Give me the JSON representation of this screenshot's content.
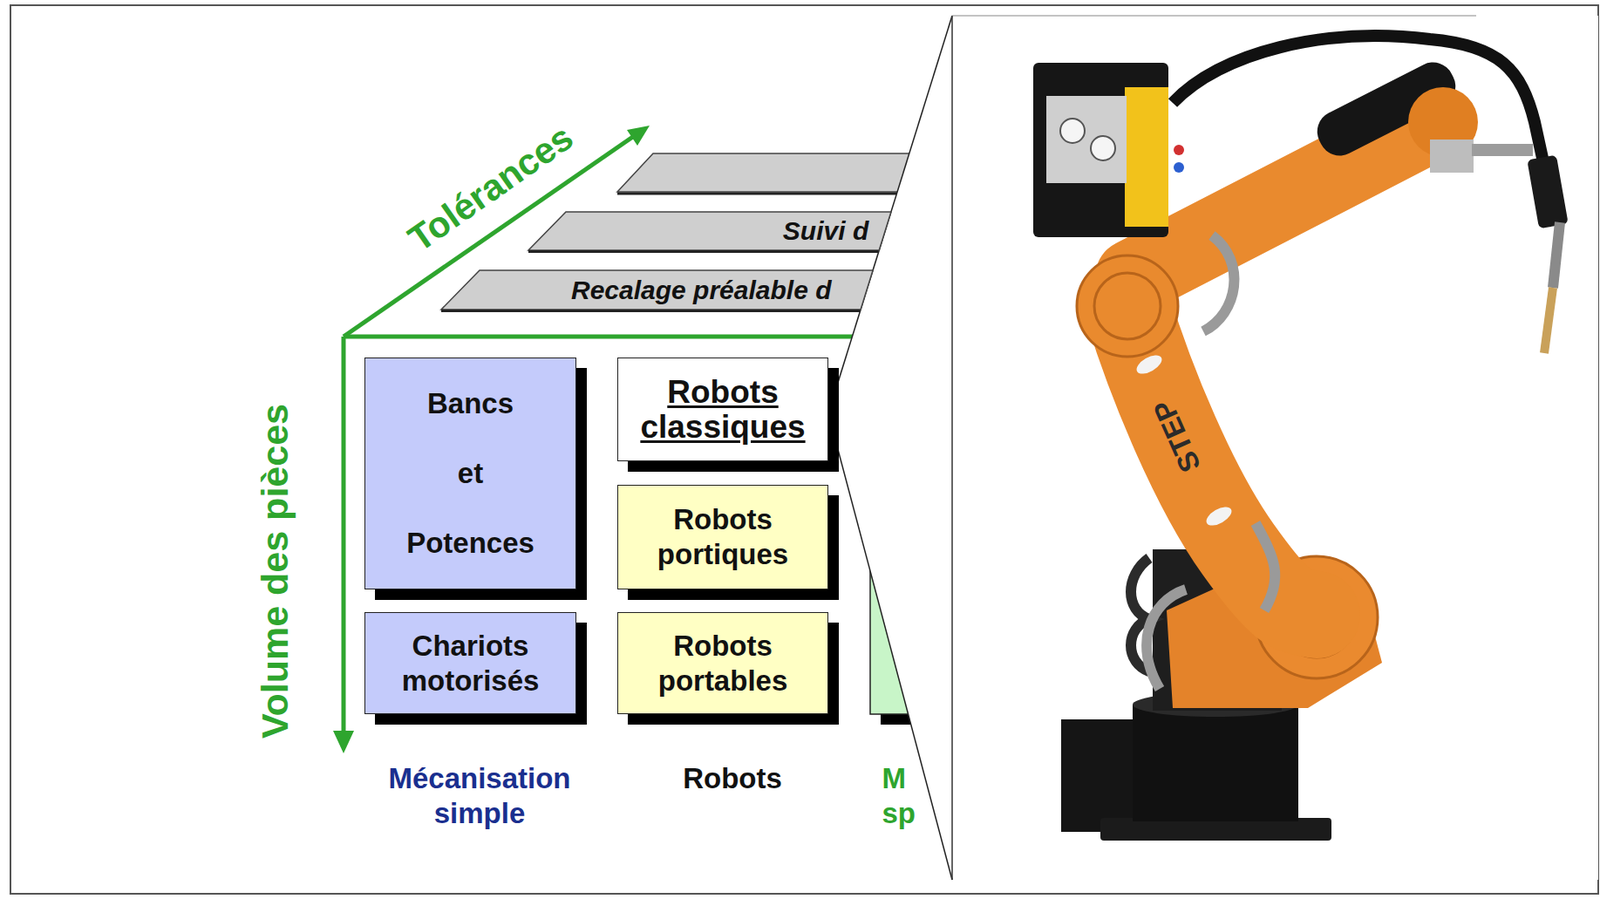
{
  "diagram": {
    "nodes": [
      {
        "text": [
          "Suivi d"
        ]
      },
      {
        "text": [
          "Recalage préalable d"
        ]
      },
      {
        "text": [
          "Bancs et Potences"
        ]
      },
      {
        "text": [
          "Robots classiques"
        ]
      },
      {
        "text": [
          "Robots portiques"
        ]
      },
      {
        "text": [
          "Chariots motorisés"
        ]
      },
      {
        "text": [
          "Robots portables"
        ]
      }
    ],
    "labels": [
      "Tolérances",
      "Volume des pièces",
      "Mécanisation simple",
      "Robots",
      "M sp",
      "STEP"
    ]
  }
}
